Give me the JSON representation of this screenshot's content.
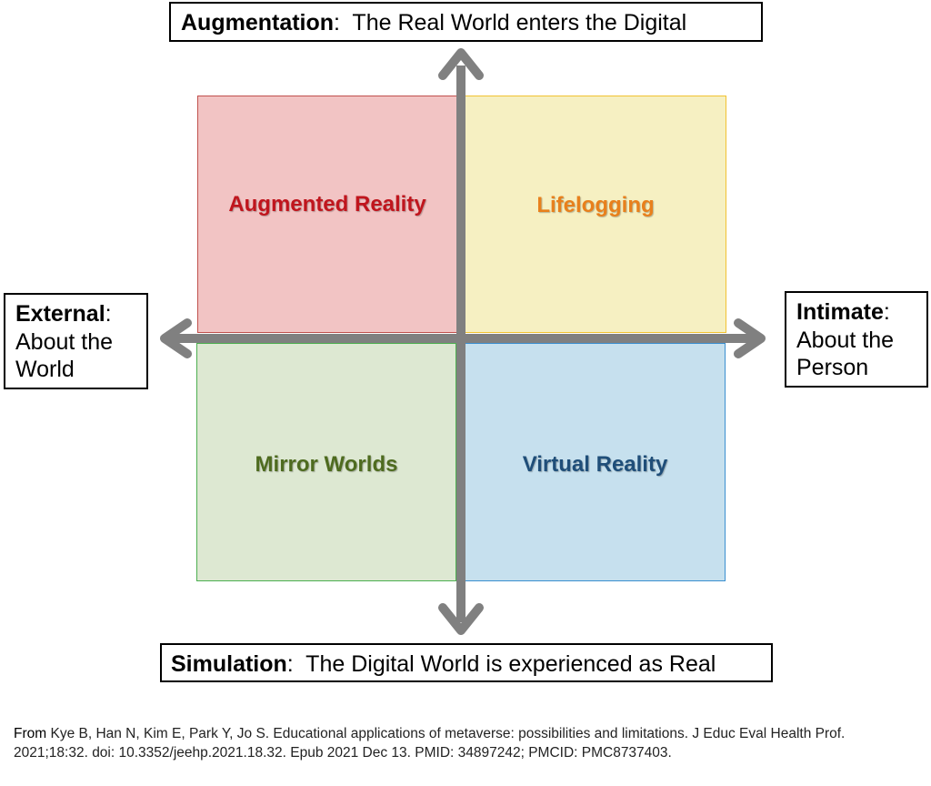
{
  "axes": {
    "top": {
      "bold": "Augmentation",
      "text": ":  The Real World enters the Digital"
    },
    "bottom": {
      "bold": "Simulation",
      "text": ":  The Digital World is experienced as Real"
    },
    "left": {
      "bold": "External",
      "colon": ":",
      "line2": "About the",
      "line3": "World"
    },
    "right": {
      "bold": "Intimate",
      "colon": ":",
      "line2": "About the",
      "line3": "Person"
    }
  },
  "quadrants": {
    "augmented_reality": {
      "label": "Augmented Reality",
      "color": "#c0151d",
      "fill": "#f2c4c4"
    },
    "lifelogging": {
      "label": "Lifelogging",
      "color": "#e8801c",
      "fill": "#f6f0c2"
    },
    "mirror_worlds": {
      "label": "Mirror Worlds",
      "color": "#4e6b1f",
      "fill": "#dde8d2"
    },
    "virtual_reality": {
      "label": "Virtual Reality",
      "color": "#1f4e79",
      "fill": "#c6e0ee"
    }
  },
  "arrow_color": "#808080",
  "citation": {
    "from": "From",
    "text": " Kye B, Han N, Kim E, Park Y, Jo S. Educational applications of metaverse: possibilities and limitations. J Educ Eval Health Prof. 2021;18:32. doi: 10.3352/jeehp.2021.18.32. Epub 2021 Dec 13. PMID: 34897242; PMCID: PMC8737403."
  }
}
